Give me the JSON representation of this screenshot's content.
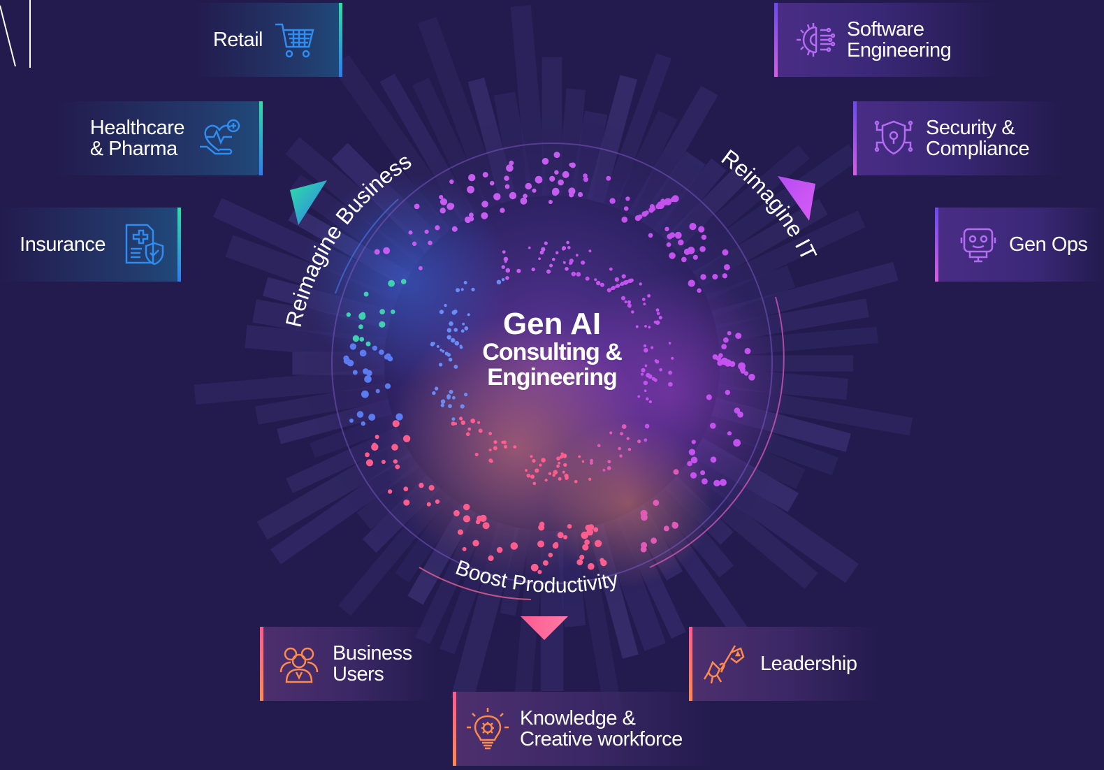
{
  "center": {
    "title": "Gen AI",
    "line2": "Consulting &",
    "line3": "Engineering"
  },
  "arcs": {
    "business": "Reimagine Business",
    "it": "Reimagine IT",
    "productivity": "Boost Productivity"
  },
  "left_cards": {
    "retail": "Retail",
    "healthcare_line1": "Healthcare",
    "healthcare_line2": "& Pharma",
    "insurance": "Insurance"
  },
  "right_cards": {
    "software_line1": "Software",
    "software_line2": "Engineering",
    "security_line1": "Security &",
    "security_line2": "Compliance",
    "genops": "Gen Ops"
  },
  "bottom_cards": {
    "business_users_line1": "Business",
    "business_users_line2": "Users",
    "knowledge_line1": "Knowledge &",
    "knowledge_line2": "Creative workforce",
    "leadership": "Leadership"
  },
  "icons": {
    "retail": "shopping-cart-icon",
    "healthcare": "heart-care-icon",
    "insurance": "insurance-document-icon",
    "software": "gear-circuit-icon",
    "security": "shield-lock-icon",
    "genops": "robot-icon",
    "business_users": "users-group-icon",
    "knowledge": "lightbulb-gear-icon",
    "leadership": "flag-hand-icon"
  },
  "colors": {
    "background": "#231b4e",
    "business_accent": "#2dd4a8",
    "it_accent": "#c94bf0",
    "productivity_accent": "#ff6b9a",
    "blue_icon": "#2f8cf0",
    "purple_icon": "#b56cf5",
    "orange_icon": "#ff8a4c"
  }
}
